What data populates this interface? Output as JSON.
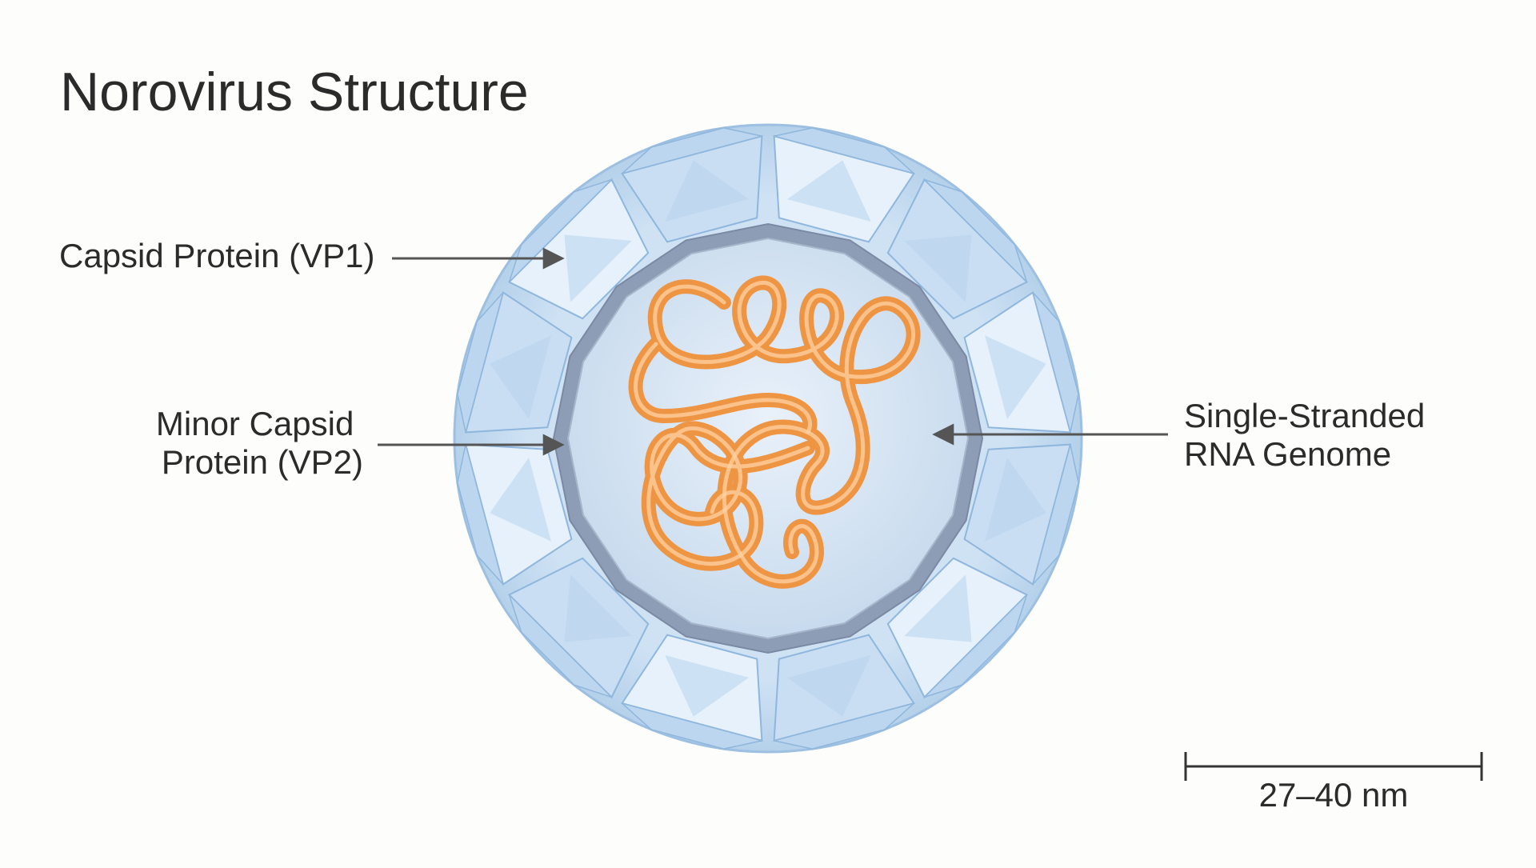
{
  "title": "Norovirus Structure",
  "labels": {
    "capsid_vp1": "Capsid Protein (VP1)",
    "minor_capsid_line1": "Minor Capsid",
    "minor_capsid_line2": "Protein (VP2)",
    "rna_line1": "Single-Stranded",
    "rna_line2": "RNA Genome"
  },
  "scale_bar": {
    "label": "27–40 nm"
  },
  "colors": {
    "text": "#2b2b2b",
    "arrow": "#555555",
    "outer_shell": "#a9c9e6",
    "capsid_light": "#e6f1fb",
    "capsid_mid": "#c9def2",
    "capsid_edge": "#8fb6dc",
    "inner_ring": "#8e9db6",
    "core": "#d7e6f4",
    "rna": "#f4a45c",
    "rna_highlight": "#ffd2a3"
  },
  "icons": {
    "arrow": "arrow-right-icon"
  }
}
